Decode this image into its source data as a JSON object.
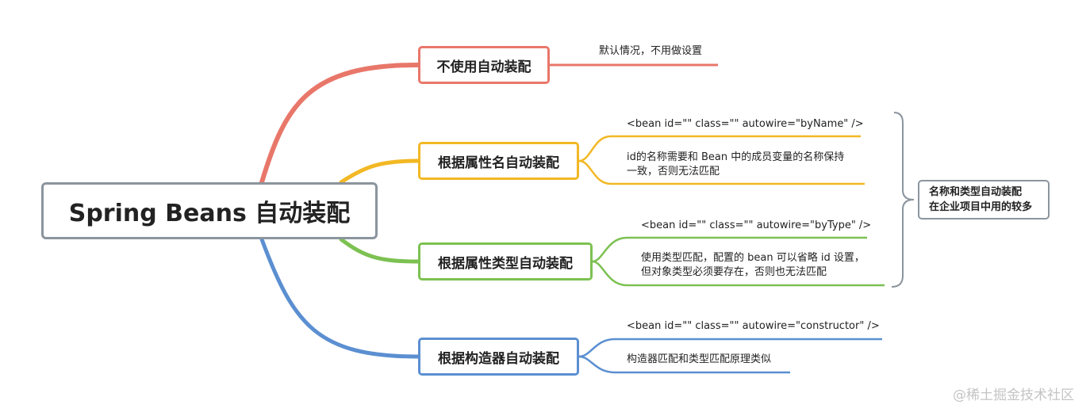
{
  "root": {
    "label": "Spring Beans 自动装配"
  },
  "branches": [
    {
      "label": "不使用自动装配",
      "color": "#e8776a",
      "leaves": [
        "默认情况，不用做设置"
      ]
    },
    {
      "label": "根据属性名自动装配",
      "color": "#f2b824",
      "leaves": [
        "<bean id=\"\" class=\"\" autowire=\"byName\" />",
        "id的名称需要和 Bean 中的成员变量的名称保持",
        "一致，否则无法匹配"
      ]
    },
    {
      "label": "根据属性类型自动装配",
      "color": "#7cc152",
      "leaves": [
        "<bean id=\"\" class=\"\" autowire=\"byType\" />",
        "使用类型匹配，配置的 bean 可以省略 id 设置，",
        "但对象类型必须要存在，否则也无法匹配"
      ]
    },
    {
      "label": "根据构造器自动装配",
      "color": "#5b8fd1",
      "leaves": [
        "<bean id=\"\" class=\"\" autowire=\"constructor\" />",
        "构造器匹配和类型匹配原理类似"
      ]
    }
  ],
  "summary": {
    "line1": "名称和类型自动装配",
    "line2": "在企业项目中用的较多",
    "color": "#8b959e"
  },
  "watermark": "@稀土掘金技术社区"
}
